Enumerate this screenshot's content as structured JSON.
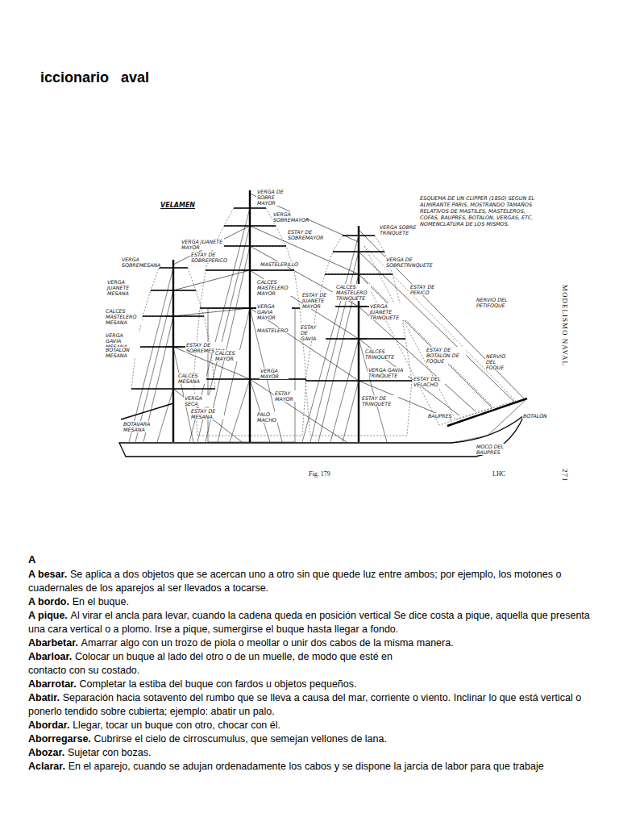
{
  "diagram": {
    "title": "iccionario aval",
    "labels": [
      "VELAMEN",
      "VERGA DE SOBRE MAYOR",
      "VERGA SOBREMAYOR",
      "ESTAY DE SOBREMAYOR",
      "VERGA SOBRE TRINQUETE",
      "VERGA JUANETE MAYOR",
      "ESTAY DE SOBREPERICO",
      "VERGA SOBREMESANA",
      "VERGA DE SOBRETRINQUETE",
      "MASTELERILLO",
      "VERGA JUANETE MESANA",
      "CALCES MASTELERO MAYOR",
      "CALCES MASTELERO TRINQUETE",
      "ESTAY DE PERICO",
      "ESTAY DE JUANETE MAYOR",
      "NERVIO DEL PETIFOQUE",
      "VERGA GAVIA MAYOR",
      "VERGA JUANETE TRINQUETE",
      "CALCES MASTELERO MESANA",
      "MASTELERO",
      "ESTAY DE GAVIA",
      "VERGA GAVIA MESANA",
      "BOTALON MESANA",
      "ESTAY DE SOBREMESANA",
      "ESTAY DE BOTALON DE FOQUE",
      "NERVIO DEL FOQUE",
      "CALCES MAYOR",
      "CALCES TRINQUETE",
      "CALCES MESANA",
      "VERGA MAYOR",
      "ESTAY MAYOR",
      "VERGA GAVIA TRINQUETE",
      "ESTAY DEL VELACHO",
      "ESTAY DE TRINQUETE",
      "VERGA SECA",
      "ESTAY DE MESANA",
      "PALO MACHO",
      "BAUPRES",
      "BOTALON",
      "BOTAVARA MESANA",
      "MOCO DEL BAUPRES",
      "ESQUEMA DE UN CLIPPER (1850) SEGUN EL ALMIRANTE PARIS, MOSTRANDO TAMAÑOS RELATIVOS DE MASTILES, MASTELEROS, COFAS, BAUPRES, BOTALON, VERGAS, ETC. NOMENCLATURA DE LOS MISMOS.",
      "Fig. 179",
      "LHC",
      "MODELISMO NAVAL",
      "271",
      "A",
      "A besar.",
      "Se aplica a dos objetos que se acercan uno a otro sin que quede luz entre ambos; por ejemplo, los motones o cuadernales de los aparejos al ser llevados a tocarse.",
      "A bordo.",
      "En el buque.",
      "A pique.",
      "Al virar el ancla para levar, cuando la cadena queda en posición vertical Se dice costa a pique, aquella que presenta una cara vertical o a plomo. Irse a pique, sumergirse el buque hasta llegar a fondo.",
      "Abarbetar.",
      "Amarrar algo con un trozo de piola o meollar o unir dos cabos de la misma manera.",
      "Abarloar.",
      "Colocar un buque al lado del otro o de un muelle, de modo que esté en contacto con su costado.",
      "Abarrotar.",
      "Completar la estiba del buque con fardos u objetos pequeños.",
      "Abatir.",
      "Separación hacia sotavento del rumbo que se lleva a causa del mar, corriente o viento. Inclinar lo que está vertical o ponerlo tendido sobre cubierta; ejemplo: abatir un palo.",
      "Abordar.",
      "Llegar, tocar un buque con otro, chocar con él.",
      "Aborregarse.",
      "Cubrirse el cielo de cirroscumulus, que semejan vellones de lana.",
      "Abozar.",
      "Sujetar con bozas.",
      "Aclarar.",
      "En el aparejo, cuando se adujan ordenadamente los cabos y se dispone la jarcia de labor para que trabaje"
    ]
  }
}
